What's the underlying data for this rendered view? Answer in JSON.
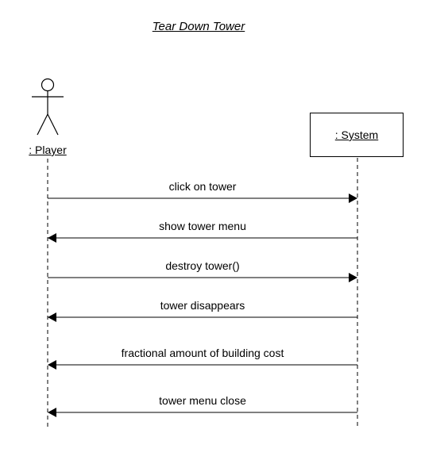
{
  "diagram": {
    "title": "Tear Down Tower",
    "participants": [
      {
        "id": "player",
        "label": ": Player",
        "kind": "actor"
      },
      {
        "id": "system",
        "label": ": System",
        "kind": "object"
      }
    ],
    "messages": [
      {
        "label": "click on tower",
        "from": "player",
        "to": "system"
      },
      {
        "label": "show tower menu",
        "from": "system",
        "to": "player"
      },
      {
        "label": "destroy tower()",
        "from": "player",
        "to": "system"
      },
      {
        "label": "tower disappears",
        "from": "system",
        "to": "player"
      },
      {
        "label": "fractional amount of building cost",
        "from": "system",
        "to": "player"
      },
      {
        "label": "tower menu close",
        "from": "system",
        "to": "player"
      }
    ]
  }
}
